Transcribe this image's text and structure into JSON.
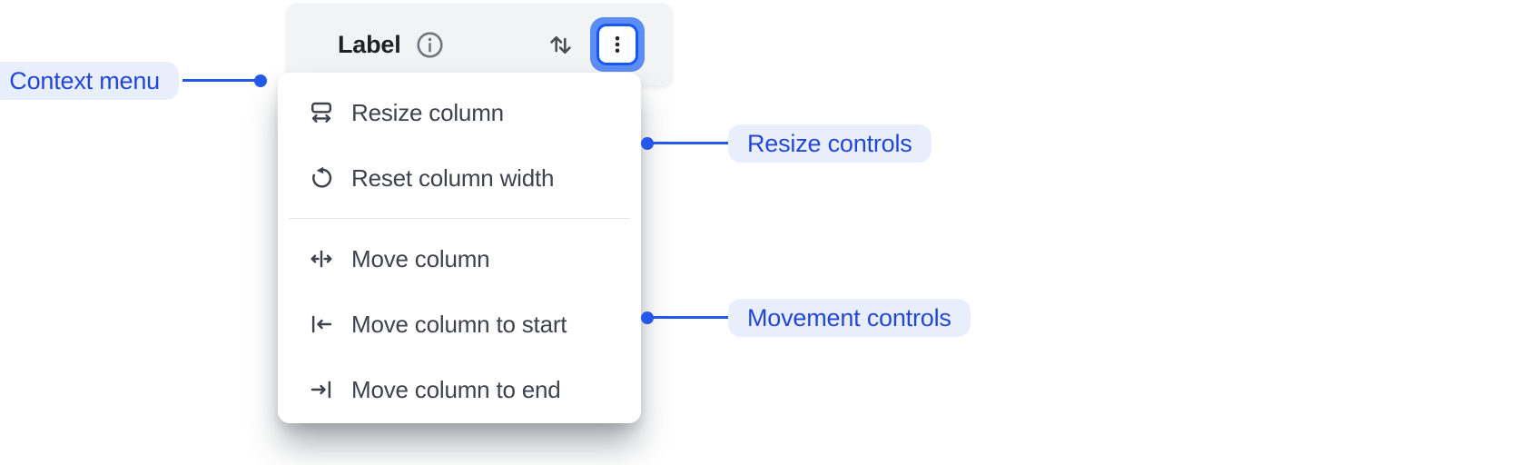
{
  "header": {
    "label": "Label"
  },
  "menu": {
    "items": [
      {
        "icon": "resize-column-icon",
        "label": "Resize column"
      },
      {
        "icon": "reset-column-width-icon",
        "label": "Reset column width"
      },
      {
        "icon": "move-column-icon",
        "label": "Move column"
      },
      {
        "icon": "move-column-to-start-icon",
        "label": "Move column to start"
      },
      {
        "icon": "move-column-to-end-icon",
        "label": "Move column to end"
      }
    ]
  },
  "annotations": {
    "context": {
      "label": "Context menu"
    },
    "resize": {
      "label": "Resize controls"
    },
    "movement": {
      "label": "Movement controls"
    }
  },
  "colors": {
    "accent_blue": "#2458e8",
    "pill_bg": "#e9eefc",
    "pill_text": "#2347d5",
    "focus_ring_outer": "#5c8cf5",
    "focus_ring_inner": "#1659f2",
    "header_bg": "#f2f3f5",
    "menu_text": "#3d424b"
  }
}
